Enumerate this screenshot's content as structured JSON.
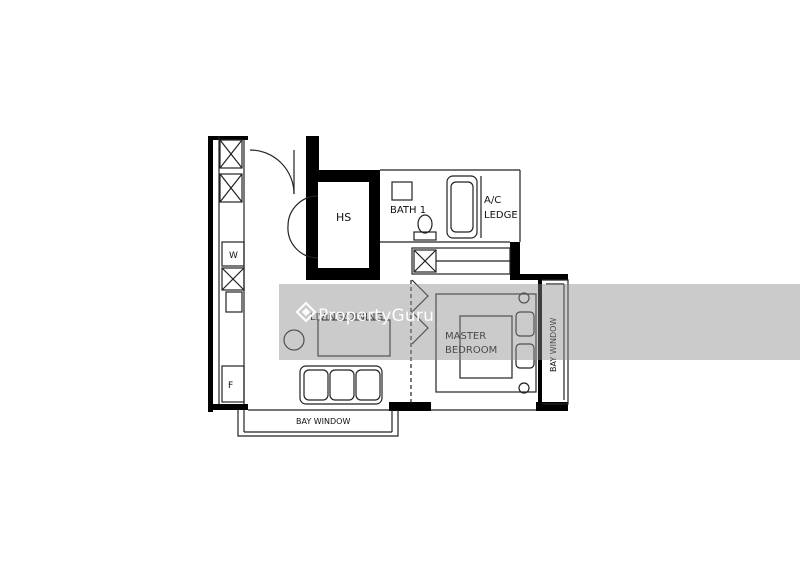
{
  "rooms": {
    "hs": "HS",
    "bath": "BATH 1",
    "ac_ledge_line1": "A/C",
    "ac_ledge_line2": "LEDGE",
    "living_dining": "LIVING/DINING",
    "master_line1": "MASTER",
    "master_line2": "BEDROOM",
    "bay_window_bottom": "BAY WINDOW",
    "bay_window_right": "BAY WINDOW",
    "washer": "W",
    "fridge": "F"
  },
  "watermark": {
    "brand": "PropertyGuru",
    "colors": {
      "band": "#8c8c8c",
      "text": "#ffffff"
    }
  },
  "colors": {
    "wall": "#000000",
    "line": "#222222",
    "background": "#ffffff"
  }
}
